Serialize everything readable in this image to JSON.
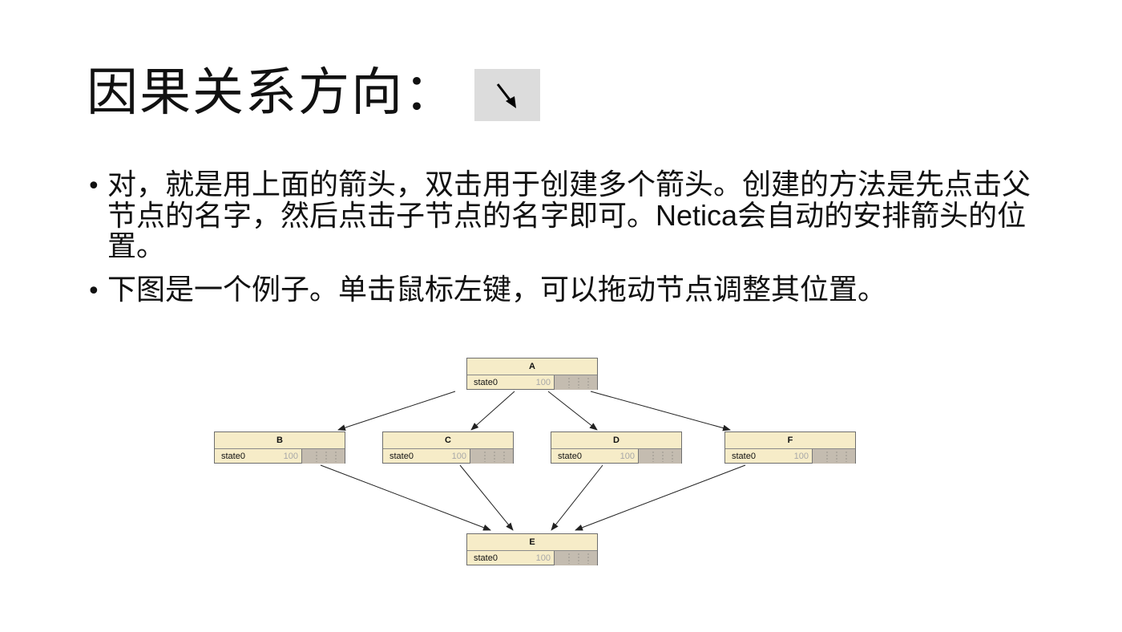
{
  "slide": {
    "title": "因果关系方向：",
    "title_icon": "arrow-tool-icon",
    "bullets": [
      {
        "marker": "•",
        "text_1": "对，就是用上面的箭头，双击用于创建多个箭头。创建的方法是先点击父节点的名字，然后点击子节点的名字即可。",
        "latin": "Netica",
        "text_2": "会自动的安排箭头的位置。"
      },
      {
        "marker": "•",
        "text_1": "下图是一个例子。单击鼠标左键，可以拖动节点调整其位置。"
      }
    ]
  },
  "network": {
    "nodes": [
      {
        "name": "A",
        "state": "state0",
        "value": "100"
      },
      {
        "name": "B",
        "state": "state0",
        "value": "100"
      },
      {
        "name": "C",
        "state": "state0",
        "value": "100"
      },
      {
        "name": "D",
        "state": "state0",
        "value": "100"
      },
      {
        "name": "F",
        "state": "state0",
        "value": "100"
      },
      {
        "name": "E",
        "state": "state0",
        "value": "100"
      }
    ],
    "edges": [
      [
        "A",
        "B"
      ],
      [
        "A",
        "C"
      ],
      [
        "A",
        "D"
      ],
      [
        "A",
        "F"
      ],
      [
        "B",
        "E"
      ],
      [
        "C",
        "E"
      ],
      [
        "D",
        "E"
      ],
      [
        "F",
        "E"
      ]
    ],
    "colors": {
      "node_fill": "#f6ecc8",
      "bar_fill": "#c4bcb0",
      "edge": "#222222"
    }
  }
}
